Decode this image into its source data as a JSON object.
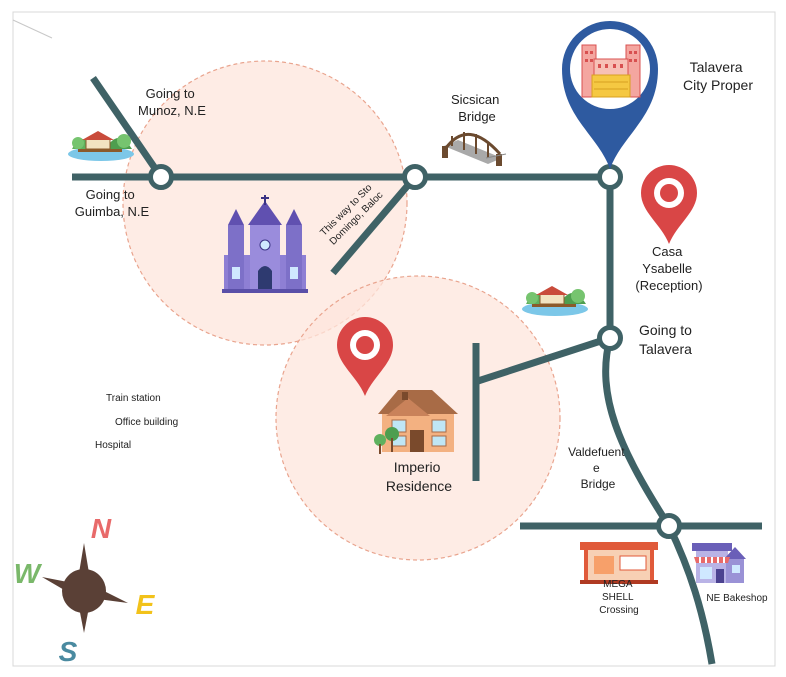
{
  "colors": {
    "road": "#3f6266",
    "zone_fill": "#fde6dc",
    "zone_stroke": "#e9a48e",
    "pin_red": "#d94646",
    "pin_blue": "#2e5aa0",
    "frame": "#d8d8d8"
  },
  "labels": {
    "going_to_munoz": [
      "Going to",
      "Munoz, N.E"
    ],
    "going_to_guimba": [
      "Going to",
      "Guimba, N.E"
    ],
    "sicsican_bridge": [
      "Sicsican",
      "Bridge"
    ],
    "talavera_city_proper": [
      "Talavera",
      "City Proper"
    ],
    "sto_domingo": [
      "This way to Sto",
      "Domingo, Baloc"
    ],
    "casa_ysabelle": [
      "Casa",
      "Ysabelle",
      "(Reception)"
    ],
    "going_to_talavera": [
      "Going to",
      "Talavera"
    ],
    "imperio_residence": [
      "Imperio",
      "Residence"
    ],
    "valdefuente_bridge": [
      "Valdefuent",
      "e",
      "Bridge"
    ],
    "mega_shell": [
      "MEGA",
      "SHELL",
      "Crossing"
    ],
    "ne_bakeshop": "NE Bakeshop"
  },
  "legend": {
    "train_station": "Train station",
    "office_building": "Office building",
    "hospital": "Hospital"
  },
  "compass": {
    "north": "N",
    "south": "S",
    "east": "E",
    "west": "W"
  },
  "icons": {
    "church": "church-icon",
    "residence": "house-icon",
    "city_proper": "city-hall-icon",
    "bridge": "bridge-icon",
    "park_top_left": "park-icon",
    "park_right": "park-icon",
    "gas_station": "gas-station-icon",
    "bakeshop": "bakeshop-icon",
    "casa_pin": "location-pin-icon",
    "imperio_pin": "location-pin-icon",
    "talavera_pin": "location-pin-icon",
    "compass": "compass-rose-icon"
  }
}
